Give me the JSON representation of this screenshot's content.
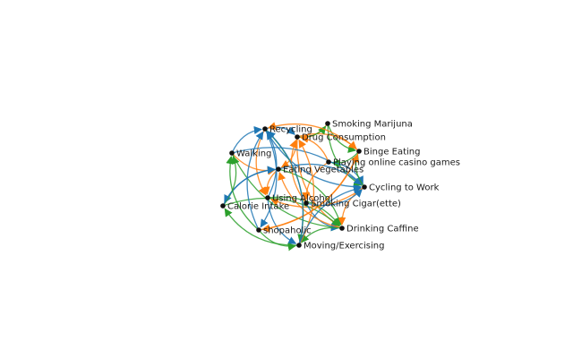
{
  "diagram": {
    "colors": {
      "blue": "#1f77b4",
      "orange": "#ff7f0e",
      "green": "#2ca02c",
      "node": "#111111"
    },
    "nodes": [
      {
        "id": "recycling",
        "label": "Recycling"
      },
      {
        "id": "smoking_marijuna",
        "label": "Smoking Marijuna"
      },
      {
        "id": "drug_consumption",
        "label": "Drug Consumption"
      },
      {
        "id": "walking",
        "label": "Walking"
      },
      {
        "id": "binge_eating",
        "label": "Binge Eating"
      },
      {
        "id": "online_casino",
        "label": "Playing online casino games"
      },
      {
        "id": "eating_vegetables",
        "label": "Eating Vegetables"
      },
      {
        "id": "cycling_to_work",
        "label": "Cycling to Work"
      },
      {
        "id": "using_alcohol",
        "label": "Using Alcohol"
      },
      {
        "id": "calorie_intake",
        "label": "Calorie Intake"
      },
      {
        "id": "smoking_cigarette",
        "label": "Smoking Cigar(ette)"
      },
      {
        "id": "shopaholic",
        "label": "shopaholic"
      },
      {
        "id": "drinking_caffine",
        "label": "Drinking Caffine"
      },
      {
        "id": "moving_exercising",
        "label": "Moving/Exercising"
      }
    ],
    "edges": [
      {
        "from": "recycling",
        "to": "drug_consumption",
        "color": "blue"
      },
      {
        "from": "recycling",
        "to": "cycling_to_work",
        "color": "blue"
      },
      {
        "from": "recycling",
        "to": "shopaholic",
        "color": "blue"
      },
      {
        "from": "recycling",
        "to": "using_alcohol",
        "color": "orange"
      },
      {
        "from": "recycling",
        "to": "moving_exercising",
        "color": "green"
      },
      {
        "from": "smoking_marijuna",
        "to": "binge_eating",
        "color": "green"
      },
      {
        "from": "smoking_marijuna",
        "to": "drug_consumption",
        "color": "orange"
      },
      {
        "from": "smoking_marijuna",
        "to": "cycling_to_work",
        "color": "green"
      },
      {
        "from": "drug_consumption",
        "to": "binge_eating",
        "color": "orange"
      },
      {
        "from": "drug_consumption",
        "to": "smoking_marijuna",
        "color": "green"
      },
      {
        "from": "drug_consumption",
        "to": "eating_vegetables",
        "color": "orange"
      },
      {
        "from": "drug_consumption",
        "to": "drinking_caffine",
        "color": "orange"
      },
      {
        "from": "walking",
        "to": "recycling",
        "color": "blue"
      },
      {
        "from": "walking",
        "to": "eating_vegetables",
        "color": "orange"
      },
      {
        "from": "walking",
        "to": "cycling_to_work",
        "color": "blue"
      },
      {
        "from": "walking",
        "to": "drinking_caffine",
        "color": "green"
      },
      {
        "from": "binge_eating",
        "to": "online_casino",
        "color": "green"
      },
      {
        "from": "binge_eating",
        "to": "recycling",
        "color": "orange"
      },
      {
        "from": "binge_eating",
        "to": "shopaholic",
        "color": "orange"
      },
      {
        "from": "online_casino",
        "to": "drug_consumption",
        "color": "orange"
      },
      {
        "from": "online_casino",
        "to": "cycling_to_work",
        "color": "blue"
      },
      {
        "from": "online_casino",
        "to": "smoking_cigarette",
        "color": "orange"
      },
      {
        "from": "eating_vegetables",
        "to": "cycling_to_work",
        "color": "blue"
      },
      {
        "from": "eating_vegetables",
        "to": "calorie_intake",
        "color": "blue"
      },
      {
        "from": "eating_vegetables",
        "to": "drinking_caffine",
        "color": "green"
      },
      {
        "from": "eating_vegetables",
        "to": "using_alcohol",
        "color": "orange"
      },
      {
        "from": "cycling_to_work",
        "to": "using_alcohol",
        "color": "orange"
      },
      {
        "from": "cycling_to_work",
        "to": "drinking_caffine",
        "color": "orange"
      },
      {
        "from": "cycling_to_work",
        "to": "binge_eating",
        "color": "green"
      },
      {
        "from": "using_alcohol",
        "to": "recycling",
        "color": "blue"
      },
      {
        "from": "using_alcohol",
        "to": "drinking_caffine",
        "color": "green"
      },
      {
        "from": "using_alcohol",
        "to": "moving_exercising",
        "color": "blue"
      },
      {
        "from": "calorie_intake",
        "to": "drinking_caffine",
        "color": "green"
      },
      {
        "from": "calorie_intake",
        "to": "walking",
        "color": "green"
      },
      {
        "from": "calorie_intake",
        "to": "eating_vegetables",
        "color": "blue"
      },
      {
        "from": "smoking_cigarette",
        "to": "cycling_to_work",
        "color": "blue"
      },
      {
        "from": "smoking_cigarette",
        "to": "drug_consumption",
        "color": "orange"
      },
      {
        "from": "smoking_cigarette",
        "to": "drinking_caffine",
        "color": "blue"
      },
      {
        "from": "shopaholic",
        "to": "walking",
        "color": "green"
      },
      {
        "from": "shopaholic",
        "to": "binge_eating",
        "color": "orange"
      },
      {
        "from": "shopaholic",
        "to": "recycling",
        "color": "blue"
      },
      {
        "from": "shopaholic",
        "to": "moving_exercising",
        "color": "green"
      },
      {
        "from": "drinking_caffine",
        "to": "eating_vegetables",
        "color": "orange"
      },
      {
        "from": "drinking_caffine",
        "to": "moving_exercising",
        "color": "green"
      },
      {
        "from": "moving_exercising",
        "to": "calorie_intake",
        "color": "green"
      },
      {
        "from": "moving_exercising",
        "to": "drug_consumption",
        "color": "orange"
      },
      {
        "from": "moving_exercising",
        "to": "cycling_to_work",
        "color": "blue"
      },
      {
        "from": "moving_exercising",
        "to": "recycling",
        "color": "blue"
      }
    ]
  }
}
